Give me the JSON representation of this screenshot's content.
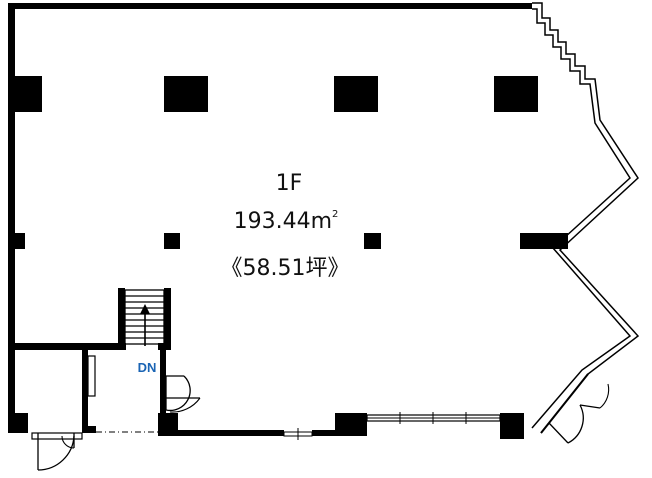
{
  "floor": {
    "level": "1F",
    "area_value": "193.44",
    "area_unit": "m",
    "area_unit_sup": "2",
    "tsubo": "《58.51坪》"
  },
  "stairs": {
    "direction_label": "DN",
    "label_color": "#1a64b4"
  },
  "colors": {
    "wall": "#000000",
    "background": "#ffffff"
  }
}
